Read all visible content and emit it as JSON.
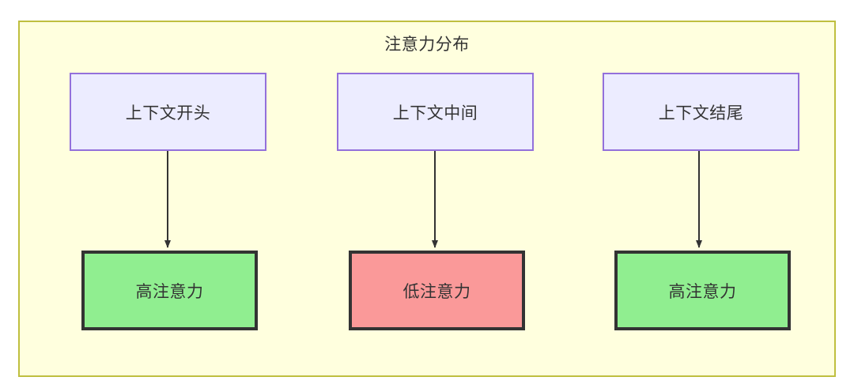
{
  "diagram": {
    "title": "注意力分布",
    "colors": {
      "container_fill": "#ffffde",
      "container_border": "#bfbf3f",
      "context_fill": "#ececff",
      "context_border": "#9370db",
      "high_attention_fill": "#90ee90",
      "low_attention_fill": "#fa9999",
      "attention_border": "#333333",
      "edge": "#333333",
      "text": "#333333"
    },
    "context_nodes": [
      {
        "id": "context-start",
        "label": "上下文开头"
      },
      {
        "id": "context-middle",
        "label": "上下文中间"
      },
      {
        "id": "context-end",
        "label": "上下文结尾"
      }
    ],
    "attention_nodes": [
      {
        "id": "attention-high-start",
        "label": "高注意力",
        "level": "high"
      },
      {
        "id": "attention-low-middle",
        "label": "低注意力",
        "level": "low"
      },
      {
        "id": "attention-high-end",
        "label": "高注意力",
        "level": "high"
      }
    ],
    "edges": [
      {
        "from": "context-start",
        "to": "attention-high-start",
        "label": ""
      },
      {
        "from": "context-middle",
        "to": "attention-low-middle",
        "label": ""
      },
      {
        "from": "context-end",
        "to": "attention-high-end",
        "label": ""
      }
    ]
  }
}
